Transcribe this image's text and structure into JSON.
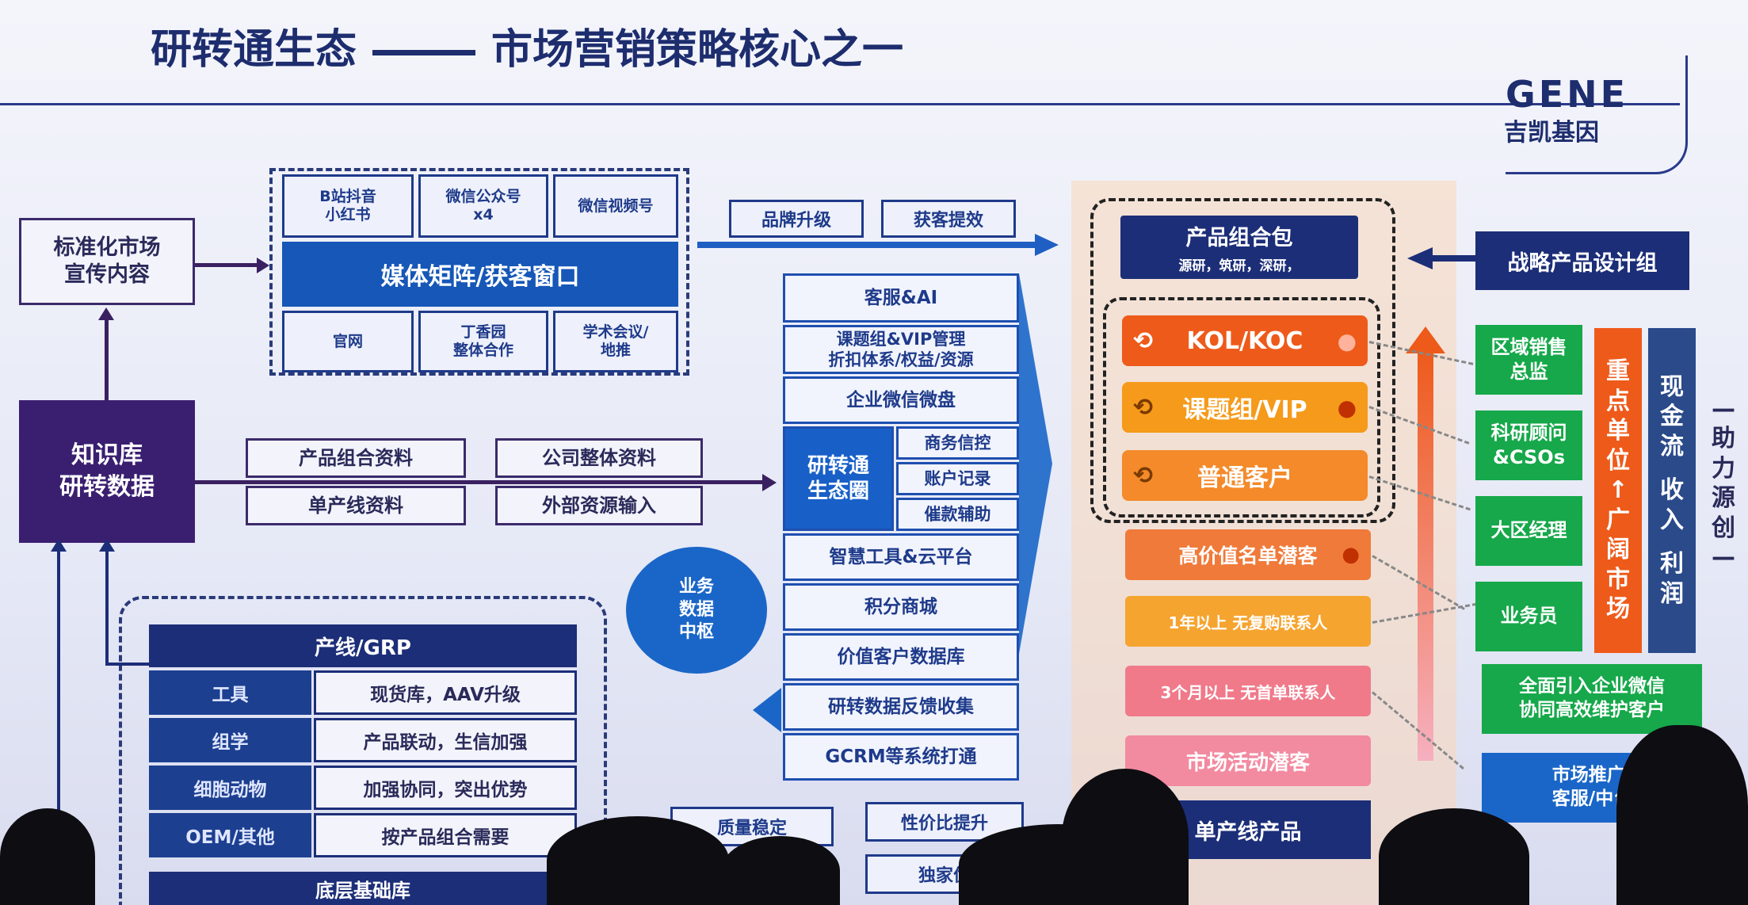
{
  "title": {
    "left": "研转通生态",
    "right": "市场营销策略核心之一"
  },
  "logo": {
    "en": "GENE",
    "cn": "吉凯基因"
  },
  "left": {
    "standard_content": "标准化市场\n宣传内容",
    "knowledge": "知识库\n研转数据",
    "media_cells": [
      "B站抖音\n小红书",
      "微信公众号\nx4",
      "微信视频号",
      "官网",
      "丁香园\n整体合作",
      "学术会议/\n地推"
    ],
    "media_banner": "媒体矩阵/获客窗口",
    "brand": "品牌升级",
    "acquire": "获客提效",
    "materials": [
      "产品组合资料",
      "单产线资料",
      "公司整体资料",
      "外部资源输入"
    ]
  },
  "grp": {
    "header": "产线/GRP",
    "rows": [
      {
        "k": "工具",
        "v": "现货库，AAV升级"
      },
      {
        "k": "组学",
        "v": "产品联动，生信加强"
      },
      {
        "k": "细胞动物",
        "v": "加强协同，突出优势"
      },
      {
        "k": "OEM/其他",
        "v": "按产品组合需要"
      }
    ],
    "footer": "底层基础库"
  },
  "hub": {
    "circle": "业务\n数据\n中枢"
  },
  "middle": {
    "items": [
      "客服&AI",
      "课题组&VIP管理\n折扣体系/权益/资源",
      "企业微信微盘",
      "智慧工具&云平台",
      "积分商城",
      "价值客户数据库",
      "研转数据反馈收集",
      "GCRM等系统打通"
    ],
    "eco": "研转通\n生态圈",
    "eco_sub": [
      "商务信控",
      "账户记录",
      "催款辅助"
    ],
    "bottom": [
      "质量稳定",
      "性价比提升",
      "独家优"
    ]
  },
  "right": {
    "package_title": "产品组合包",
    "package_sub": "源研，筑研，深研，",
    "strategy": "战略产品设计组",
    "tiers": [
      "KOL/KOC",
      "课题组/VIP",
      "普通客户"
    ],
    "leads": [
      "高价值名单潜客",
      "1年以上 无复购联系人",
      "3个月以上 无首单联系人",
      "市场活动潜客"
    ],
    "single": "单产线产品",
    "roles": [
      "区域销售\n总监",
      "科研顾问\n&CSOs",
      "大区经理",
      "业务员"
    ],
    "wechat": "全面引入企业微信\n协同高效维护客户",
    "promo": "市场推广/\n客服/中台",
    "col1": [
      "重",
      "点",
      "单",
      "位",
      "↑",
      "广",
      "阔",
      "市",
      "场"
    ],
    "col2": [
      "现",
      "金",
      "流",
      "",
      "收",
      "入",
      "",
      "利",
      "润"
    ],
    "side": [
      "—",
      "助",
      "力",
      "源",
      "创",
      "—"
    ]
  },
  "colors": {
    "navy": "#1c2e78",
    "blue": "#1860c8",
    "orange": "#ee5a1a",
    "green": "#16a84a",
    "purple": "#3a1f70"
  }
}
